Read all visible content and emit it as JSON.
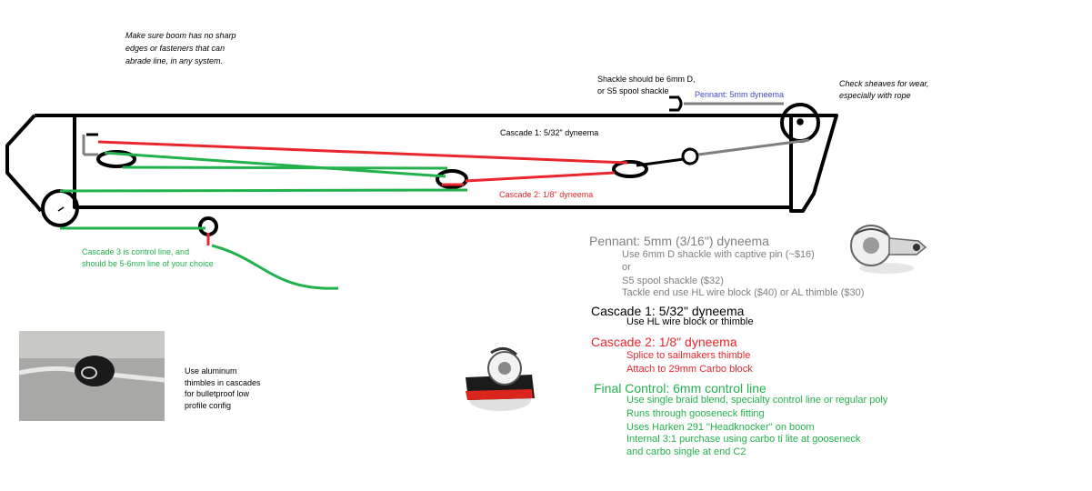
{
  "colors": {
    "black": "#000000",
    "red": "#e8262b",
    "green": "#22b14c",
    "gray": "#7f7f7f",
    "blue": "#3f48cc"
  },
  "notes": {
    "boom_edges": "Make sure boom has no sharp\nedges or fasteners that can\nabrade line, in any system.",
    "shackle": "Shackle should be 6mm D,\nor S5 spool shackle",
    "sheaves": "Check sheaves for wear,\nespecially with rope",
    "thimbles": "Use aluminum\nthimbles in cascades\nfor bulletproof low\nprofile config"
  },
  "diagram_labels": {
    "pennant": "Pennant: 5mm dyneema",
    "cascade1": "Cascade 1: 5/32\" dyneema",
    "cascade2": "Cascade 2: 1/8\" dyneema",
    "cascade3": "Cascade 3 is control line, and\nshould be 5-6mm line of your choice"
  },
  "legend": {
    "pennant": {
      "title": "Pennant: 5mm (3/16\") dyneema",
      "lines": [
        "Use 6mm D shackle with captive pin (~$16)",
        "or",
        "S5 spool shackle ($32)",
        "Tackle end use HL wire block ($40) or AL thimble ($30)"
      ]
    },
    "cascade1": {
      "title": "Cascade 1: 5/32\" dyneema",
      "lines": [
        "Use HL wire block or thimble"
      ]
    },
    "cascade2": {
      "title": "Cascade 2: 1/8\" dyneema",
      "lines": [
        "Splice to sailmakers thimble",
        "Attach to 29mm Carbo block"
      ]
    },
    "final": {
      "title": "Final Control: 6mm control line",
      "lines": [
        "Use single braid blend, specialty control line or regular poly",
        "Runs through gooseneck fitting",
        "Uses Harken 291 \"Headknocker\" on boom",
        "Internal 3:1 purchase using carbo ti lite at gooseneck",
        "and carbo single at end C2"
      ]
    }
  },
  "icons": {
    "photo1": "thimble-photo-icon",
    "photo2": "cam-block-photo-icon",
    "photo3": "wire-block-photo-icon"
  }
}
